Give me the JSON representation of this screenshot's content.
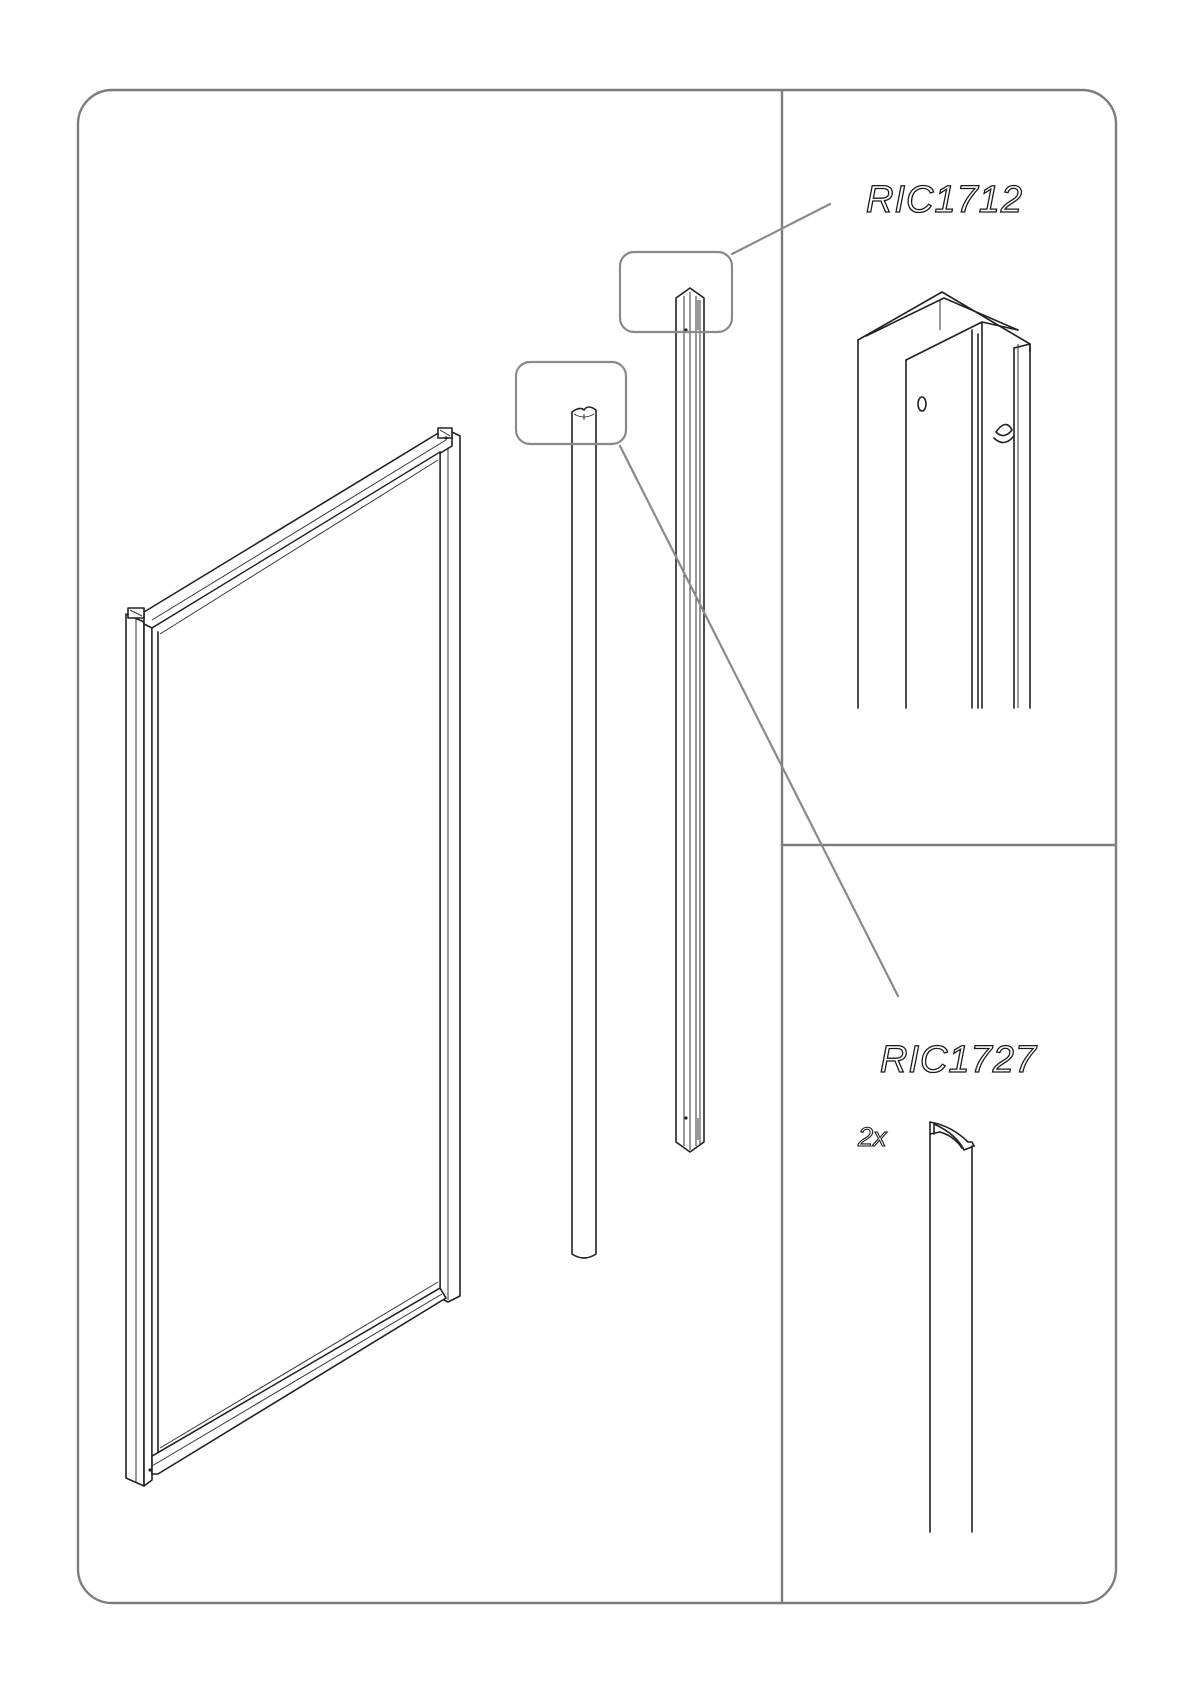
{
  "sheet": {
    "panel_top_right": {
      "part_code": "RIC1712"
    },
    "panel_bottom_right": {
      "part_code": "RIC1727",
      "quantity": "2x"
    }
  }
}
